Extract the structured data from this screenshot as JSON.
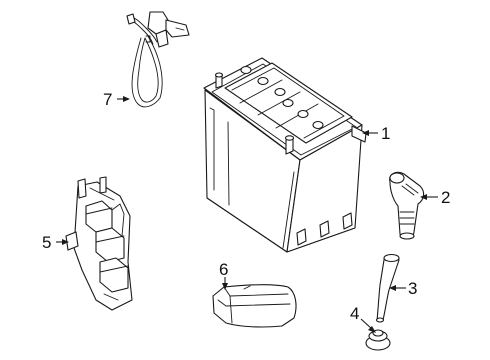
{
  "callouts": [
    {
      "id": "1",
      "label": "1"
    },
    {
      "id": "2",
      "label": "2"
    },
    {
      "id": "3",
      "label": "3"
    },
    {
      "id": "4",
      "label": "4"
    },
    {
      "id": "5",
      "label": "5"
    },
    {
      "id": "6",
      "label": "6"
    },
    {
      "id": "7",
      "label": "7"
    }
  ],
  "colors": {
    "line": "#1a1a1a",
    "background": "#ffffff"
  }
}
